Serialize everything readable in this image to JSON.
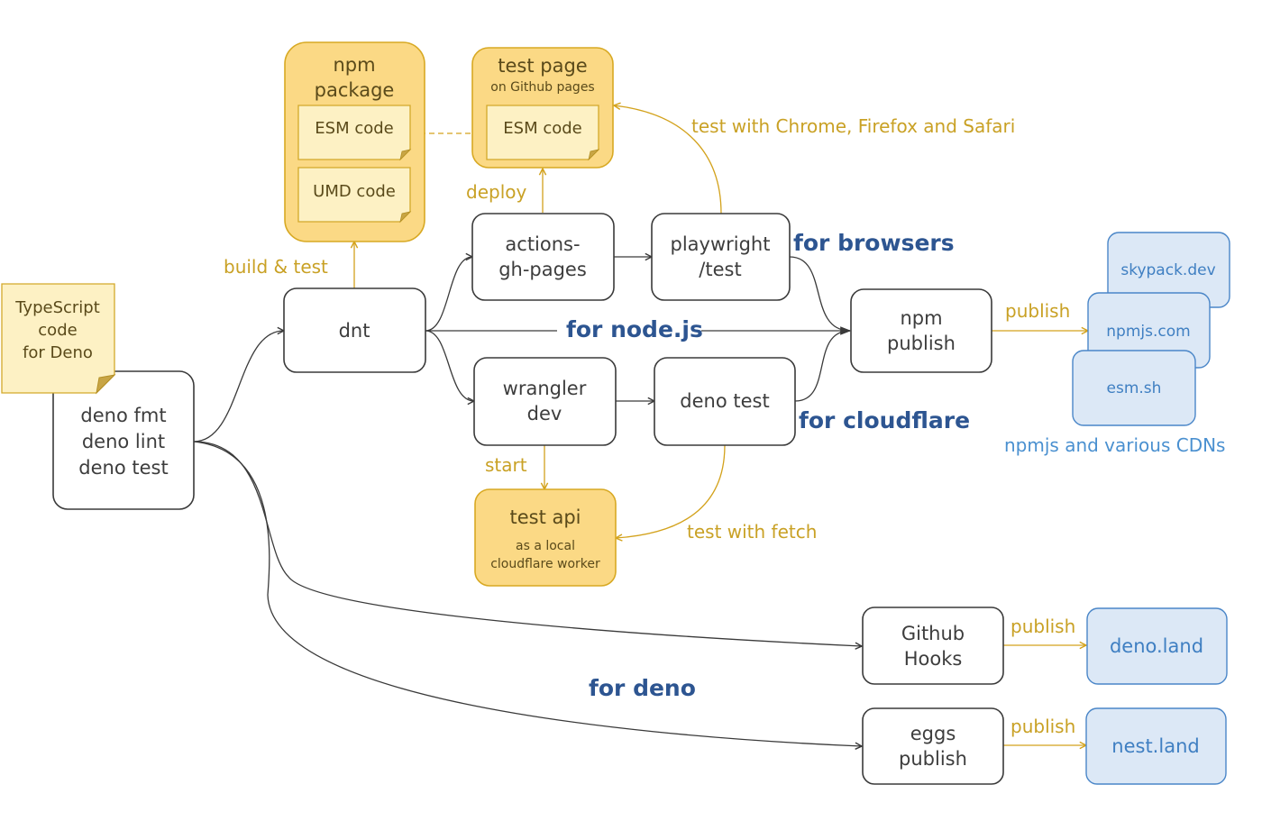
{
  "nodes": {
    "typescript_note": [
      "TypeScript",
      "code",
      "for Deno"
    ],
    "deno_tools": [
      "deno fmt",
      "deno lint",
      "deno test"
    ],
    "dnt": "dnt",
    "npm_package": {
      "title": [
        "npm",
        "package"
      ],
      "esm": "ESM code",
      "umd": "UMD code"
    },
    "test_page": {
      "title": "test page",
      "subtitle": "on Github pages",
      "esm": "ESM code"
    },
    "actions_gh_pages": [
      "actions-",
      "gh-pages"
    ],
    "playwright": [
      "playwright",
      "/test"
    ],
    "npm_publish": [
      "npm",
      "publish"
    ],
    "wrangler": [
      "wrangler",
      "dev"
    ],
    "deno_test": "deno test",
    "test_api": {
      "title": "test api",
      "subtitle": [
        "as a local",
        "cloudflare worker"
      ]
    },
    "github_hooks": [
      "Github",
      "Hooks"
    ],
    "eggs_publish": [
      "eggs",
      "publish"
    ]
  },
  "cdns": {
    "skypack": "skypack.dev",
    "npmjs": "npmjs.com",
    "esm": "esm.sh",
    "caption": "npmjs and various CDNs",
    "deno_land": "deno.land",
    "nest_land": "nest.land"
  },
  "edge_labels": {
    "build_test": "build & test",
    "deploy": "deploy",
    "test_browsers": "test with Chrome, Firefox and Safari",
    "start": "start",
    "test_fetch": "test with fetch",
    "publish_npm": "publish",
    "publish_deno": "publish",
    "publish_nest": "publish"
  },
  "targets": {
    "browsers": "for browsers",
    "node": "for node.js",
    "cloudflare": "for cloudflare",
    "deno": "for deno"
  }
}
